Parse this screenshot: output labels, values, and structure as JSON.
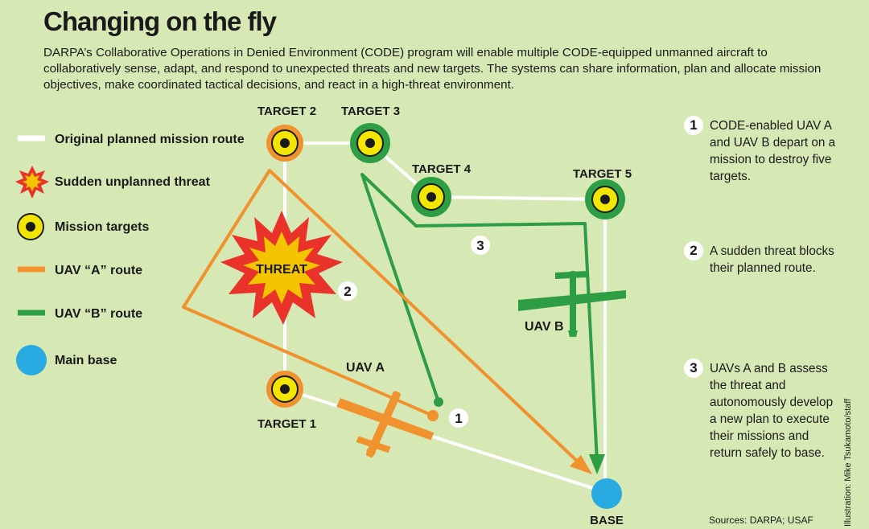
{
  "title": "Changing on the fly",
  "intro": "DARPA’s Collaborative Operations in Denied Environment (CODE) program will enable multiple CODE-equipped unmanned aircraft to collaboratively sense, adapt, and respond to unexpected threats and new targets. The systems can share information, plan and allocate mission objectives, make coordinated tactical decisions, and react in a high-threat environment.",
  "legend": {
    "route": "Original planned mission route",
    "threat": "Sudden unplanned threat",
    "targets": "Mission targets",
    "uav_a": "UAV “A” route",
    "uav_b": "UAV “B” route",
    "base": "Main base"
  },
  "targets": {
    "t1": "TARGET 1",
    "t2": "TARGET 2",
    "t3": "TARGET 3",
    "t4": "TARGET 4",
    "t5": "TARGET 5"
  },
  "threat_label": "THREAT",
  "uav_a_label": "UAV A",
  "uav_b_label": "UAV B",
  "base_label": "BASE",
  "markers": {
    "m1": "1",
    "m2": "2",
    "m3": "3"
  },
  "steps": [
    {
      "num": "1",
      "text": "CODE-enabled UAV A and UAV B depart on a mission to destroy five targets."
    },
    {
      "num": "2",
      "text": "A sudden threat blocks their planned route."
    },
    {
      "num": "3",
      "text": "UAVs A and B assess the threat and autonomously develop a new plan to execute their missions and return safely to base."
    }
  ],
  "sources": "Sources: DARPA; USAF",
  "credit": "Illustration: Mike Tsukamoto/staff",
  "colors": {
    "background": "#d6e8b4",
    "route": "#ffffff",
    "uav_a": "#f0922e",
    "uav_b": "#2e9e45",
    "base": "#29abe2",
    "target_yellow": "#f2e500",
    "threat_red": "#e8322a",
    "threat_yellow": "#f5c400"
  }
}
